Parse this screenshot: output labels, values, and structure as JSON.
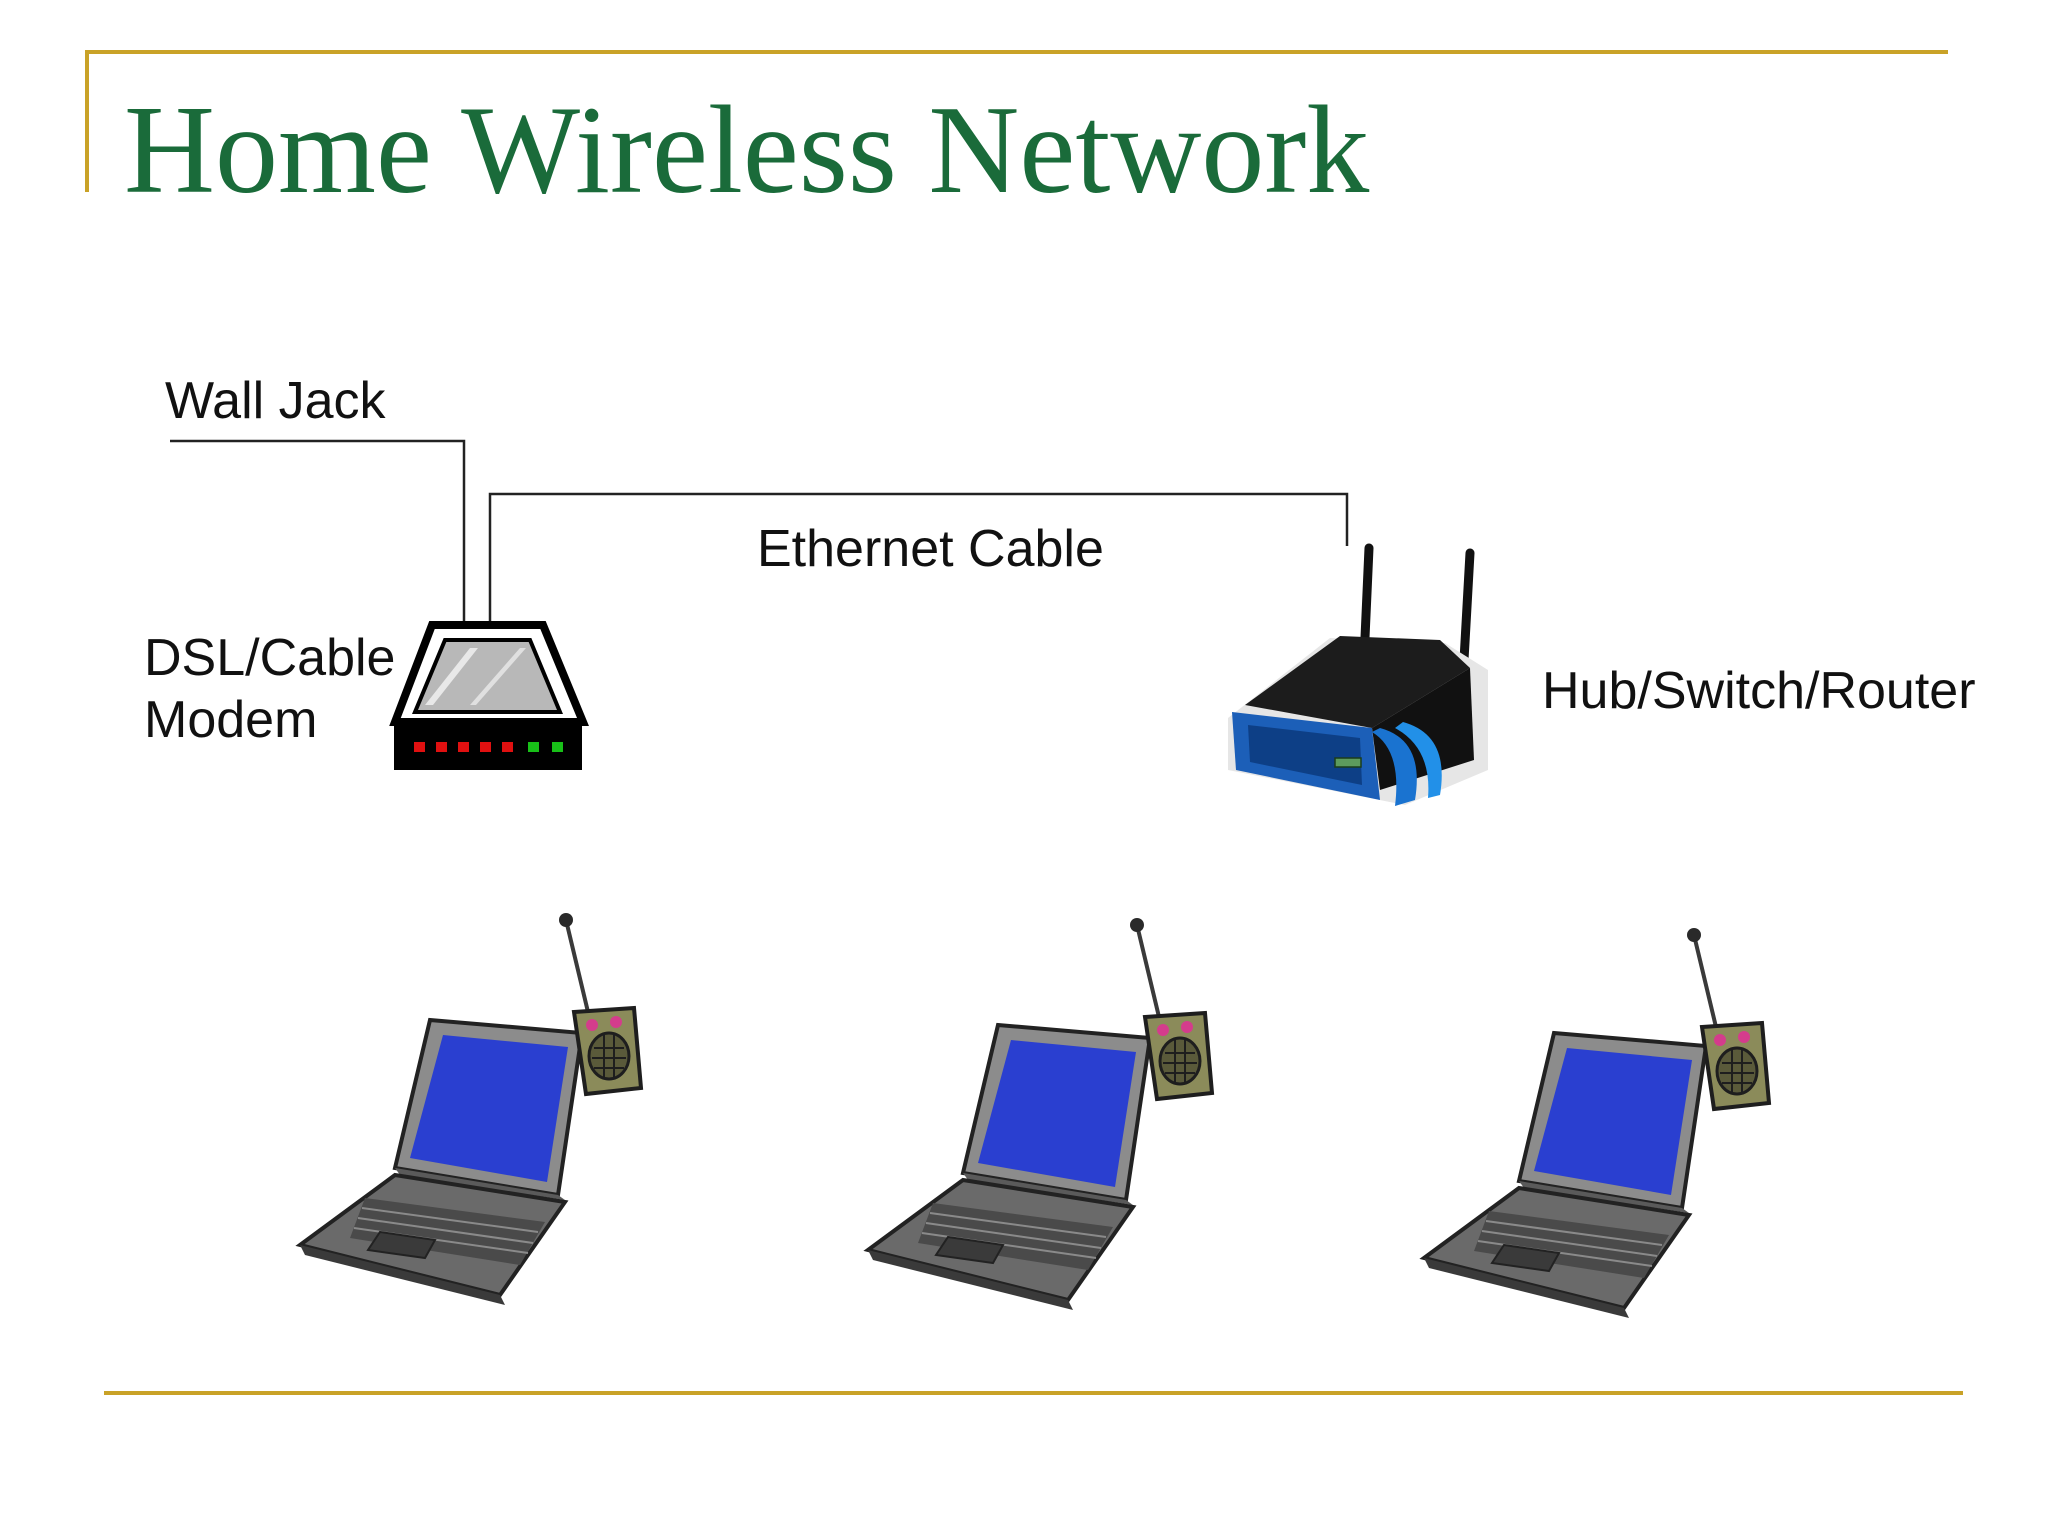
{
  "slide": {
    "title": "Home Wireless Network",
    "labels": {
      "wall_jack": "Wall Jack",
      "ethernet_cable": "Ethernet Cable",
      "modem_line1": "DSL/Cable",
      "modem_line2": "Modem",
      "router": "Hub/Switch/Router"
    }
  },
  "colors": {
    "title": "#1a6b3a",
    "rule": "#c9a227",
    "router_blue": "#1565c0",
    "screen_blue": "#2a3fd0",
    "led_red": "#e01010",
    "led_green": "#18c018"
  },
  "icons": [
    "modem-icon",
    "router-icon",
    "laptop-icon",
    "radio-icon"
  ]
}
